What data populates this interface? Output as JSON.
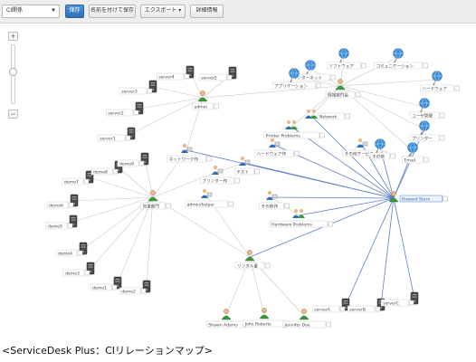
{
  "toolbar": {
    "view_select": "CI関係",
    "save_label": "保存",
    "save_as_label": "名前を付けて保存",
    "export_label": "エクスポート",
    "details_label": "詳細情報"
  },
  "zoom": {
    "plus_label": "+",
    "minus_label": "−",
    "level": 0.55
  },
  "graph": {
    "nodes": [
      {
        "id": "admin",
        "label": "admin",
        "type": "user"
      },
      {
        "id": "salesdept",
        "label": "営業部門",
        "type": "user"
      },
      {
        "id": "infodept",
        "label": "情報部門長",
        "type": "user"
      },
      {
        "id": "rental",
        "label": "リンタル書",
        "type": "user"
      },
      {
        "id": "howard",
        "label": "Howard Stern",
        "type": "user"
      },
      {
        "id": "shawn",
        "label": "Shawn Adams",
        "type": "user"
      },
      {
        "id": "john",
        "label": "John Roberts",
        "type": "user"
      },
      {
        "id": "jennifer",
        "label": "Jennifer Doe",
        "type": "user"
      },
      {
        "id": "network_ops",
        "label": "ネットワーク作",
        "type": "service"
      },
      {
        "id": "printer_work",
        "label": "プリンター作",
        "type": "service"
      },
      {
        "id": "test",
        "label": "テスト",
        "type": "service"
      },
      {
        "id": "hw_work",
        "label": "ハードウェア作",
        "type": "service"
      },
      {
        "id": "sw_work",
        "label": "その他作",
        "type": "service"
      },
      {
        "id": "admin_helper",
        "label": "admin/helper",
        "type": "service"
      },
      {
        "id": "other_services",
        "label": "その他サービス",
        "type": "service"
      },
      {
        "id": "network",
        "label": "Network",
        "type": "group"
      },
      {
        "id": "printer_problems",
        "label": "Printer Problems",
        "type": "group"
      },
      {
        "id": "hardware_problems",
        "label": "Hardware Problems",
        "type": "group"
      },
      {
        "id": "software",
        "label": "ソフトウェア",
        "type": "globe"
      },
      {
        "id": "internet",
        "label": "インターネット",
        "type": "globe"
      },
      {
        "id": "application",
        "label": "アプリケーション",
        "type": "globe"
      },
      {
        "id": "communication",
        "label": "コミュニケーション",
        "type": "globe"
      },
      {
        "id": "hardware",
        "label": "ハードウェア",
        "type": "globe"
      },
      {
        "id": "user_mgmt",
        "label": "ユーザ管理",
        "type": "globe"
      },
      {
        "id": "printer",
        "label": "プリンター",
        "type": "globe"
      },
      {
        "id": "email",
        "label": "Email",
        "type": "globe"
      },
      {
        "id": "other",
        "label": "その他",
        "type": "globe"
      },
      {
        "id": "server1",
        "label": "server1",
        "type": "server"
      },
      {
        "id": "server2",
        "label": "server2",
        "type": "server"
      },
      {
        "id": "server3",
        "label": "server3",
        "type": "server"
      },
      {
        "id": "server4",
        "label": "server4",
        "type": "server"
      },
      {
        "id": "server5",
        "label": "server5",
        "type": "server"
      },
      {
        "id": "serverA",
        "label": "serverA",
        "type": "server"
      },
      {
        "id": "serverB",
        "label": "serverB",
        "type": "server"
      },
      {
        "id": "serverC",
        "label": "serverC",
        "type": "server"
      },
      {
        "id": "demo1",
        "label": "demo1",
        "type": "server"
      },
      {
        "id": "demo2",
        "label": "demo2",
        "type": "server"
      },
      {
        "id": "demo3",
        "label": "demo3",
        "type": "server"
      },
      {
        "id": "demo4",
        "label": "demo4",
        "type": "server"
      },
      {
        "id": "demo5",
        "label": "demo5",
        "type": "server"
      },
      {
        "id": "demo6",
        "label": "demo6",
        "type": "server"
      },
      {
        "id": "demo7",
        "label": "demo7",
        "type": "server"
      },
      {
        "id": "demo8",
        "label": "demo8",
        "type": "server"
      },
      {
        "id": "demo9",
        "label": "demo9",
        "type": "server"
      }
    ],
    "edges": [
      {
        "from": "admin",
        "to": "server1"
      },
      {
        "from": "admin",
        "to": "server2"
      },
      {
        "from": "admin",
        "to": "server3"
      },
      {
        "from": "admin",
        "to": "server4"
      },
      {
        "from": "admin",
        "to": "server5"
      },
      {
        "from": "admin",
        "to": "infodept"
      },
      {
        "from": "admin",
        "to": "network_ops"
      },
      {
        "from": "infodept",
        "to": "software"
      },
      {
        "from": "infodept",
        "to": "internet"
      },
      {
        "from": "infodept",
        "to": "application"
      },
      {
        "from": "infodept",
        "to": "communication"
      },
      {
        "from": "infodept",
        "to": "hardware"
      },
      {
        "from": "infodept",
        "to": "user_mgmt"
      },
      {
        "from": "infodept",
        "to": "printer"
      },
      {
        "from": "infodept",
        "to": "email"
      },
      {
        "from": "infodept",
        "to": "network"
      },
      {
        "from": "infodept",
        "to": "printer_problems"
      },
      {
        "from": "salesdept",
        "to": "demo1"
      },
      {
        "from": "salesdept",
        "to": "demo2"
      },
      {
        "from": "salesdept",
        "to": "demo3"
      },
      {
        "from": "salesdept",
        "to": "demo4"
      },
      {
        "from": "salesdept",
        "to": "demo5"
      },
      {
        "from": "salesdept",
        "to": "demo6"
      },
      {
        "from": "salesdept",
        "to": "demo7"
      },
      {
        "from": "salesdept",
        "to": "demo8"
      },
      {
        "from": "salesdept",
        "to": "demo9"
      },
      {
        "from": "salesdept",
        "to": "network_ops"
      },
      {
        "from": "salesdept",
        "to": "printer_work"
      },
      {
        "from": "salesdept",
        "to": "rental"
      },
      {
        "from": "rental",
        "to": "shawn"
      },
      {
        "from": "rental",
        "to": "john"
      },
      {
        "from": "rental",
        "to": "jennifer"
      },
      {
        "from": "rental",
        "to": "admin_helper"
      },
      {
        "from": "rental",
        "to": "howard"
      },
      {
        "from": "howard",
        "to": "other_services"
      },
      {
        "from": "howard",
        "to": "other"
      },
      {
        "from": "howard",
        "to": "email"
      },
      {
        "from": "howard",
        "to": "printer"
      },
      {
        "from": "howard",
        "to": "network"
      },
      {
        "from": "howard",
        "to": "printer_problems"
      },
      {
        "from": "howard",
        "to": "hw_work"
      },
      {
        "from": "howard",
        "to": "sw_work"
      },
      {
        "from": "howard",
        "to": "hardware_problems"
      },
      {
        "from": "howard",
        "to": "network_ops"
      },
      {
        "from": "howard",
        "to": "test"
      },
      {
        "from": "howard",
        "to": "serverA"
      },
      {
        "from": "howard",
        "to": "serverB"
      },
      {
        "from": "howard",
        "to": "serverC"
      },
      {
        "from": "test",
        "to": "printer_work"
      },
      {
        "from": "sw_work",
        "to": "hardware_problems"
      }
    ]
  },
  "caption": "<ServiceDesk Plus：CIリレーションマップ>"
}
